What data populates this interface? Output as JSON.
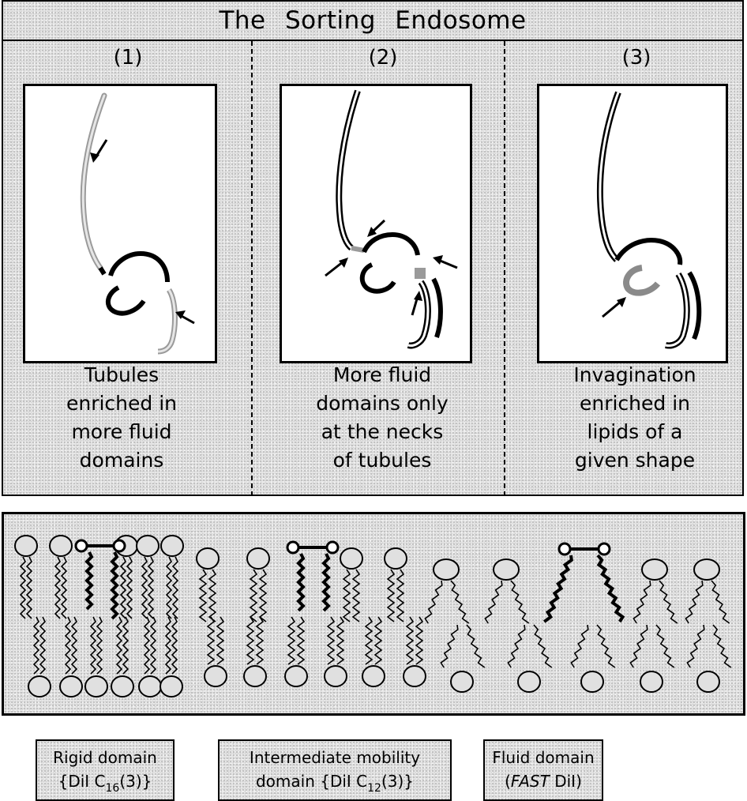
{
  "title": "The Sorting Endosome",
  "panels": [
    {
      "number": "(1)",
      "caption": [
        "Tubules",
        "enriched in",
        "more fluid",
        "domains"
      ]
    },
    {
      "number": "(2)",
      "caption": [
        "More fluid",
        "domains only",
        "at the necks",
        "of tubules"
      ]
    },
    {
      "number": "(3)",
      "caption": [
        "Invagination",
        "enriched in",
        "lipids of a",
        "given shape"
      ]
    }
  ],
  "legend": {
    "rigid": {
      "line1": "Rigid domain",
      "pre": "{DiI C",
      "sub": "16",
      "post": "(3)}"
    },
    "intermediate": {
      "line1": "Intermediate mobility",
      "pre": "domain {DiI C",
      "sub": "12",
      "post": "(3)}"
    },
    "fluid": {
      "line1": "Fluid domain",
      "open": "(",
      "fast": "FAST",
      "post": " DiI)"
    }
  }
}
